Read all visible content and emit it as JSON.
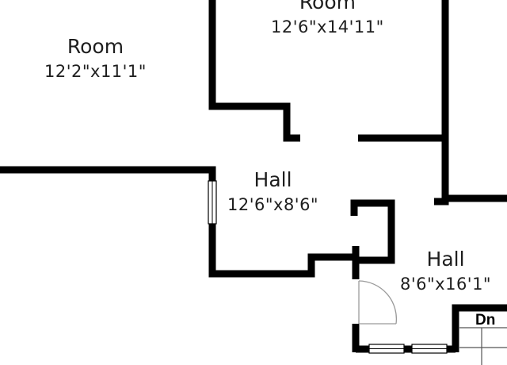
{
  "rooms": [
    {
      "name": "Room",
      "dims": "12'6\"x14'11\""
    },
    {
      "name": "Room",
      "dims": "12'2\"x11'1\""
    },
    {
      "name": "Hall",
      "dims": "12'6\"x8'6\""
    },
    {
      "name": "Hall",
      "dims": "8'6\"x16'1\""
    }
  ],
  "stairs": {
    "label": "Dn"
  },
  "colors": {
    "wall": "#000000",
    "text": "#1e1e1e",
    "door": "#9a9a9a",
    "background": "#ffffff"
  }
}
